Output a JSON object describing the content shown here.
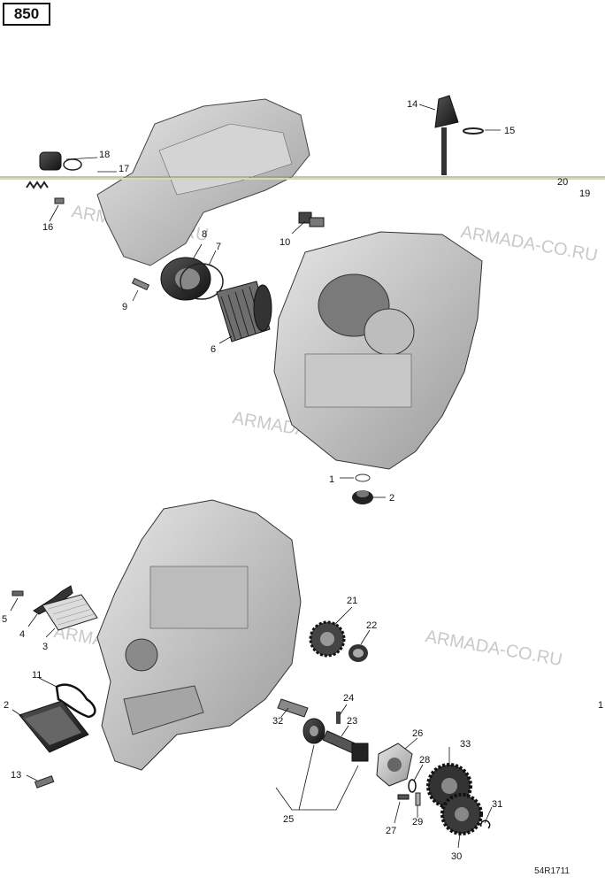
{
  "model": "850",
  "reference": "54R1711",
  "watermark": "ARMADA-CO.RU",
  "callouts": {
    "c1": "1",
    "c2": "2",
    "c2b": "2",
    "c3": "3",
    "c4": "4",
    "c5": "5",
    "c6": "6",
    "c7": "7",
    "c8": "8",
    "c9": "9",
    "c10": "10",
    "c11": "11",
    "c13": "13",
    "c14": "14",
    "c15": "15",
    "c16": "16",
    "c17": "17",
    "c18": "18",
    "c19": "19",
    "c20": "20",
    "c21": "21",
    "c22": "22",
    "c23": "23",
    "c24": "24",
    "c25": "25",
    "c26": "26",
    "c27": "27",
    "c28": "28",
    "c29": "29",
    "c30": "30",
    "c31": "31",
    "c32": "32",
    "c33": "33",
    "c1b": "1"
  }
}
